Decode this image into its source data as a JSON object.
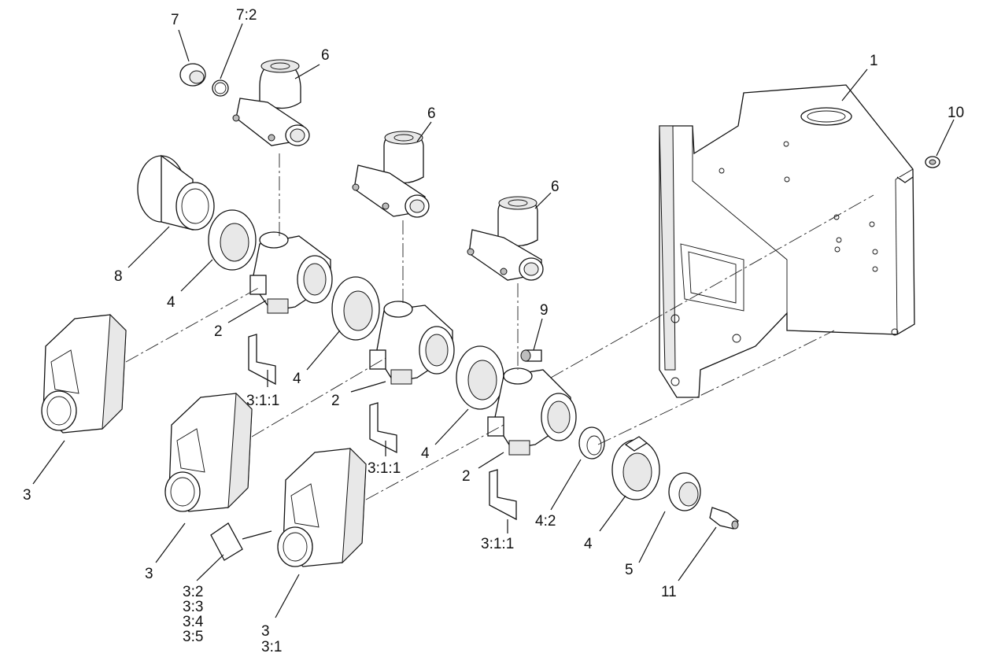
{
  "callouts": {
    "c1": "1",
    "c10": "10",
    "c7": "7",
    "c7_2": "7:2",
    "c6a": "6",
    "c6b": "6",
    "c6c": "6",
    "c8": "8",
    "c4a": "4",
    "c2a": "2",
    "c4b": "4",
    "c9": "9",
    "c2b": "2",
    "c3_1_1a": "3:1:1",
    "c4c": "4",
    "c3a": "3",
    "c2c": "2",
    "c3_1_1b": "3:1:1",
    "c4_2": "4:2",
    "c4d": "4",
    "c3b": "3",
    "c3_1_1c": "3:1:1",
    "c5": "5",
    "c11": "11",
    "c3_2": "3:2",
    "c3_3": "3:3",
    "c3_4": "3:4",
    "c3_5": "3:5",
    "c3c": "3",
    "c3_1": "3:1"
  }
}
